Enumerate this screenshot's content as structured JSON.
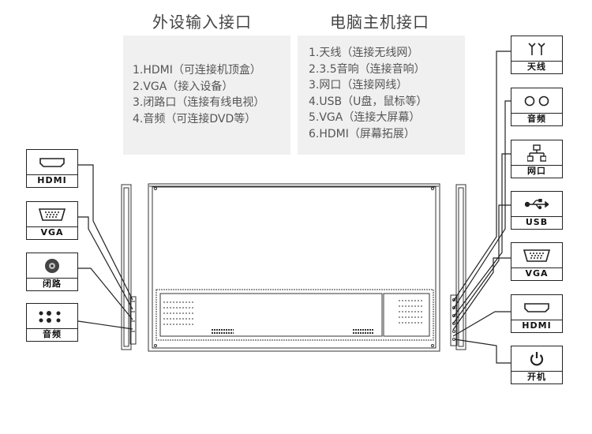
{
  "headings": {
    "left": "外设输入接口",
    "right": "电脑主机接口"
  },
  "left_list": [
    "1.HDMI（可连接机顶盒）",
    "2.VGA（接入设备）",
    "3.闭路口（连接有线电视）",
    "4.音频（可连接DVD等）"
  ],
  "right_list": [
    "1.天线（连接无线网）",
    "2.3.5音响（连接音响）",
    "3.网口（连接网线）",
    "4.USB（U盘，鼠标等）",
    "5.VGA（连接大屏幕）",
    "6.HDMI（屏幕拓展）"
  ],
  "left_ports": [
    {
      "label": "HDMI",
      "icon": "hdmi-icon"
    },
    {
      "label": "VGA",
      "icon": "vga-icon"
    },
    {
      "label": "闭路",
      "icon": "coax-icon"
    },
    {
      "label": "音频",
      "icon": "audio-jacks-icon"
    }
  ],
  "right_ports": [
    {
      "label": "天线",
      "icon": "antenna-icon"
    },
    {
      "label": "音频",
      "icon": "audio-icon"
    },
    {
      "label": "网口",
      "icon": "network-icon"
    },
    {
      "label": "USB",
      "icon": "usb-icon"
    },
    {
      "label": "VGA",
      "icon": "vga-icon"
    },
    {
      "label": "HDMI",
      "icon": "hdmi-icon"
    },
    {
      "label": "开机",
      "icon": "power-icon"
    }
  ],
  "colors": {
    "line": "#222222",
    "panel_bg": "#f0f0f0",
    "text": "#555555"
  }
}
